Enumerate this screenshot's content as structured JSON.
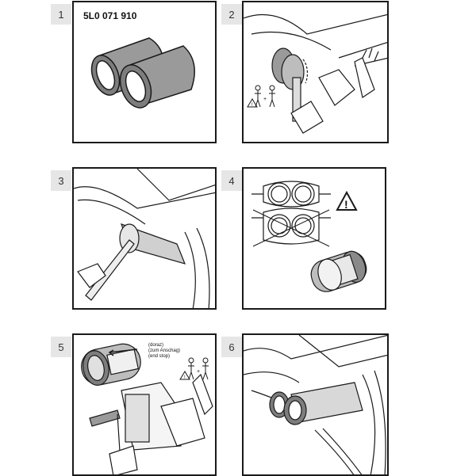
{
  "steps": [
    {
      "number": "1",
      "part_number": "5L0 071 910"
    },
    {
      "number": "2"
    },
    {
      "number": "3"
    },
    {
      "number": "4"
    },
    {
      "number": "5",
      "labels": [
        "(doraz)",
        "(zum Anschag)",
        "(end stop)"
      ]
    },
    {
      "number": "6"
    }
  ],
  "icons": {
    "warning": "warning-triangle-icon",
    "people": "two-person-icon"
  }
}
